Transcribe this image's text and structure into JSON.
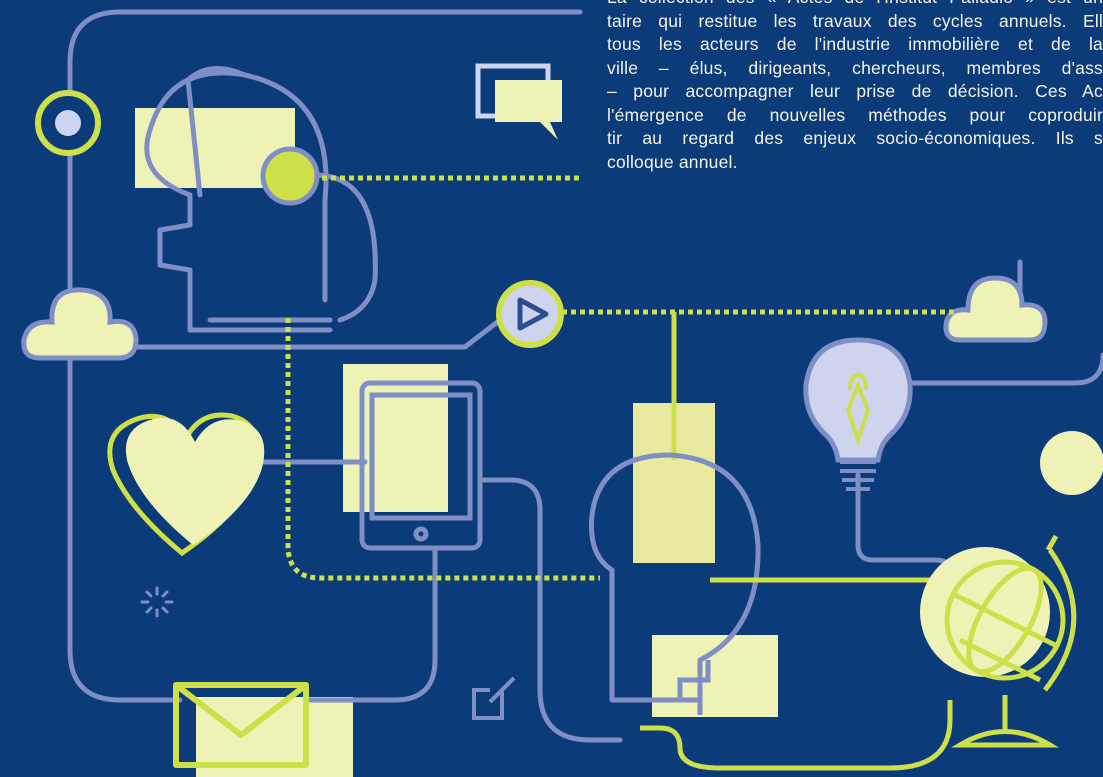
{
  "intro": {
    "lines": [
      "La collection des « Actes de l'Institut Palladio » est un",
      "taire qui restitue les travaux des cycles annuels. Ell",
      "tous les acteurs de l'industrie immobilière et de la",
      "ville – élus, dirigeants, chercheurs, membres d'ass",
      "– pour accompagner leur prise de décision. Ces Ac",
      "l'émergence de nouvelles méthodes pour coproduir",
      "tir au regard des enjeux socio-économiques. Ils s",
      "colloque annuel."
    ]
  },
  "colors": {
    "background": "#0c3b7a",
    "lavender_line": "#7f8fc6",
    "lime_line": "#cde04a",
    "cream_fill": "#eef2b6",
    "pale_lavender_fill": "#cfd4ee",
    "text": "#f4f4e6"
  },
  "icons": [
    "target-icon",
    "chat-bubble-icon",
    "head-headphones-icon",
    "cloud-icon",
    "play-button-icon",
    "light-bulb-icon",
    "heart-icon",
    "tablet-icon",
    "loading-spinner-icon",
    "envelope-icon",
    "edit-icon",
    "head-profile-icon",
    "globe-icon"
  ]
}
